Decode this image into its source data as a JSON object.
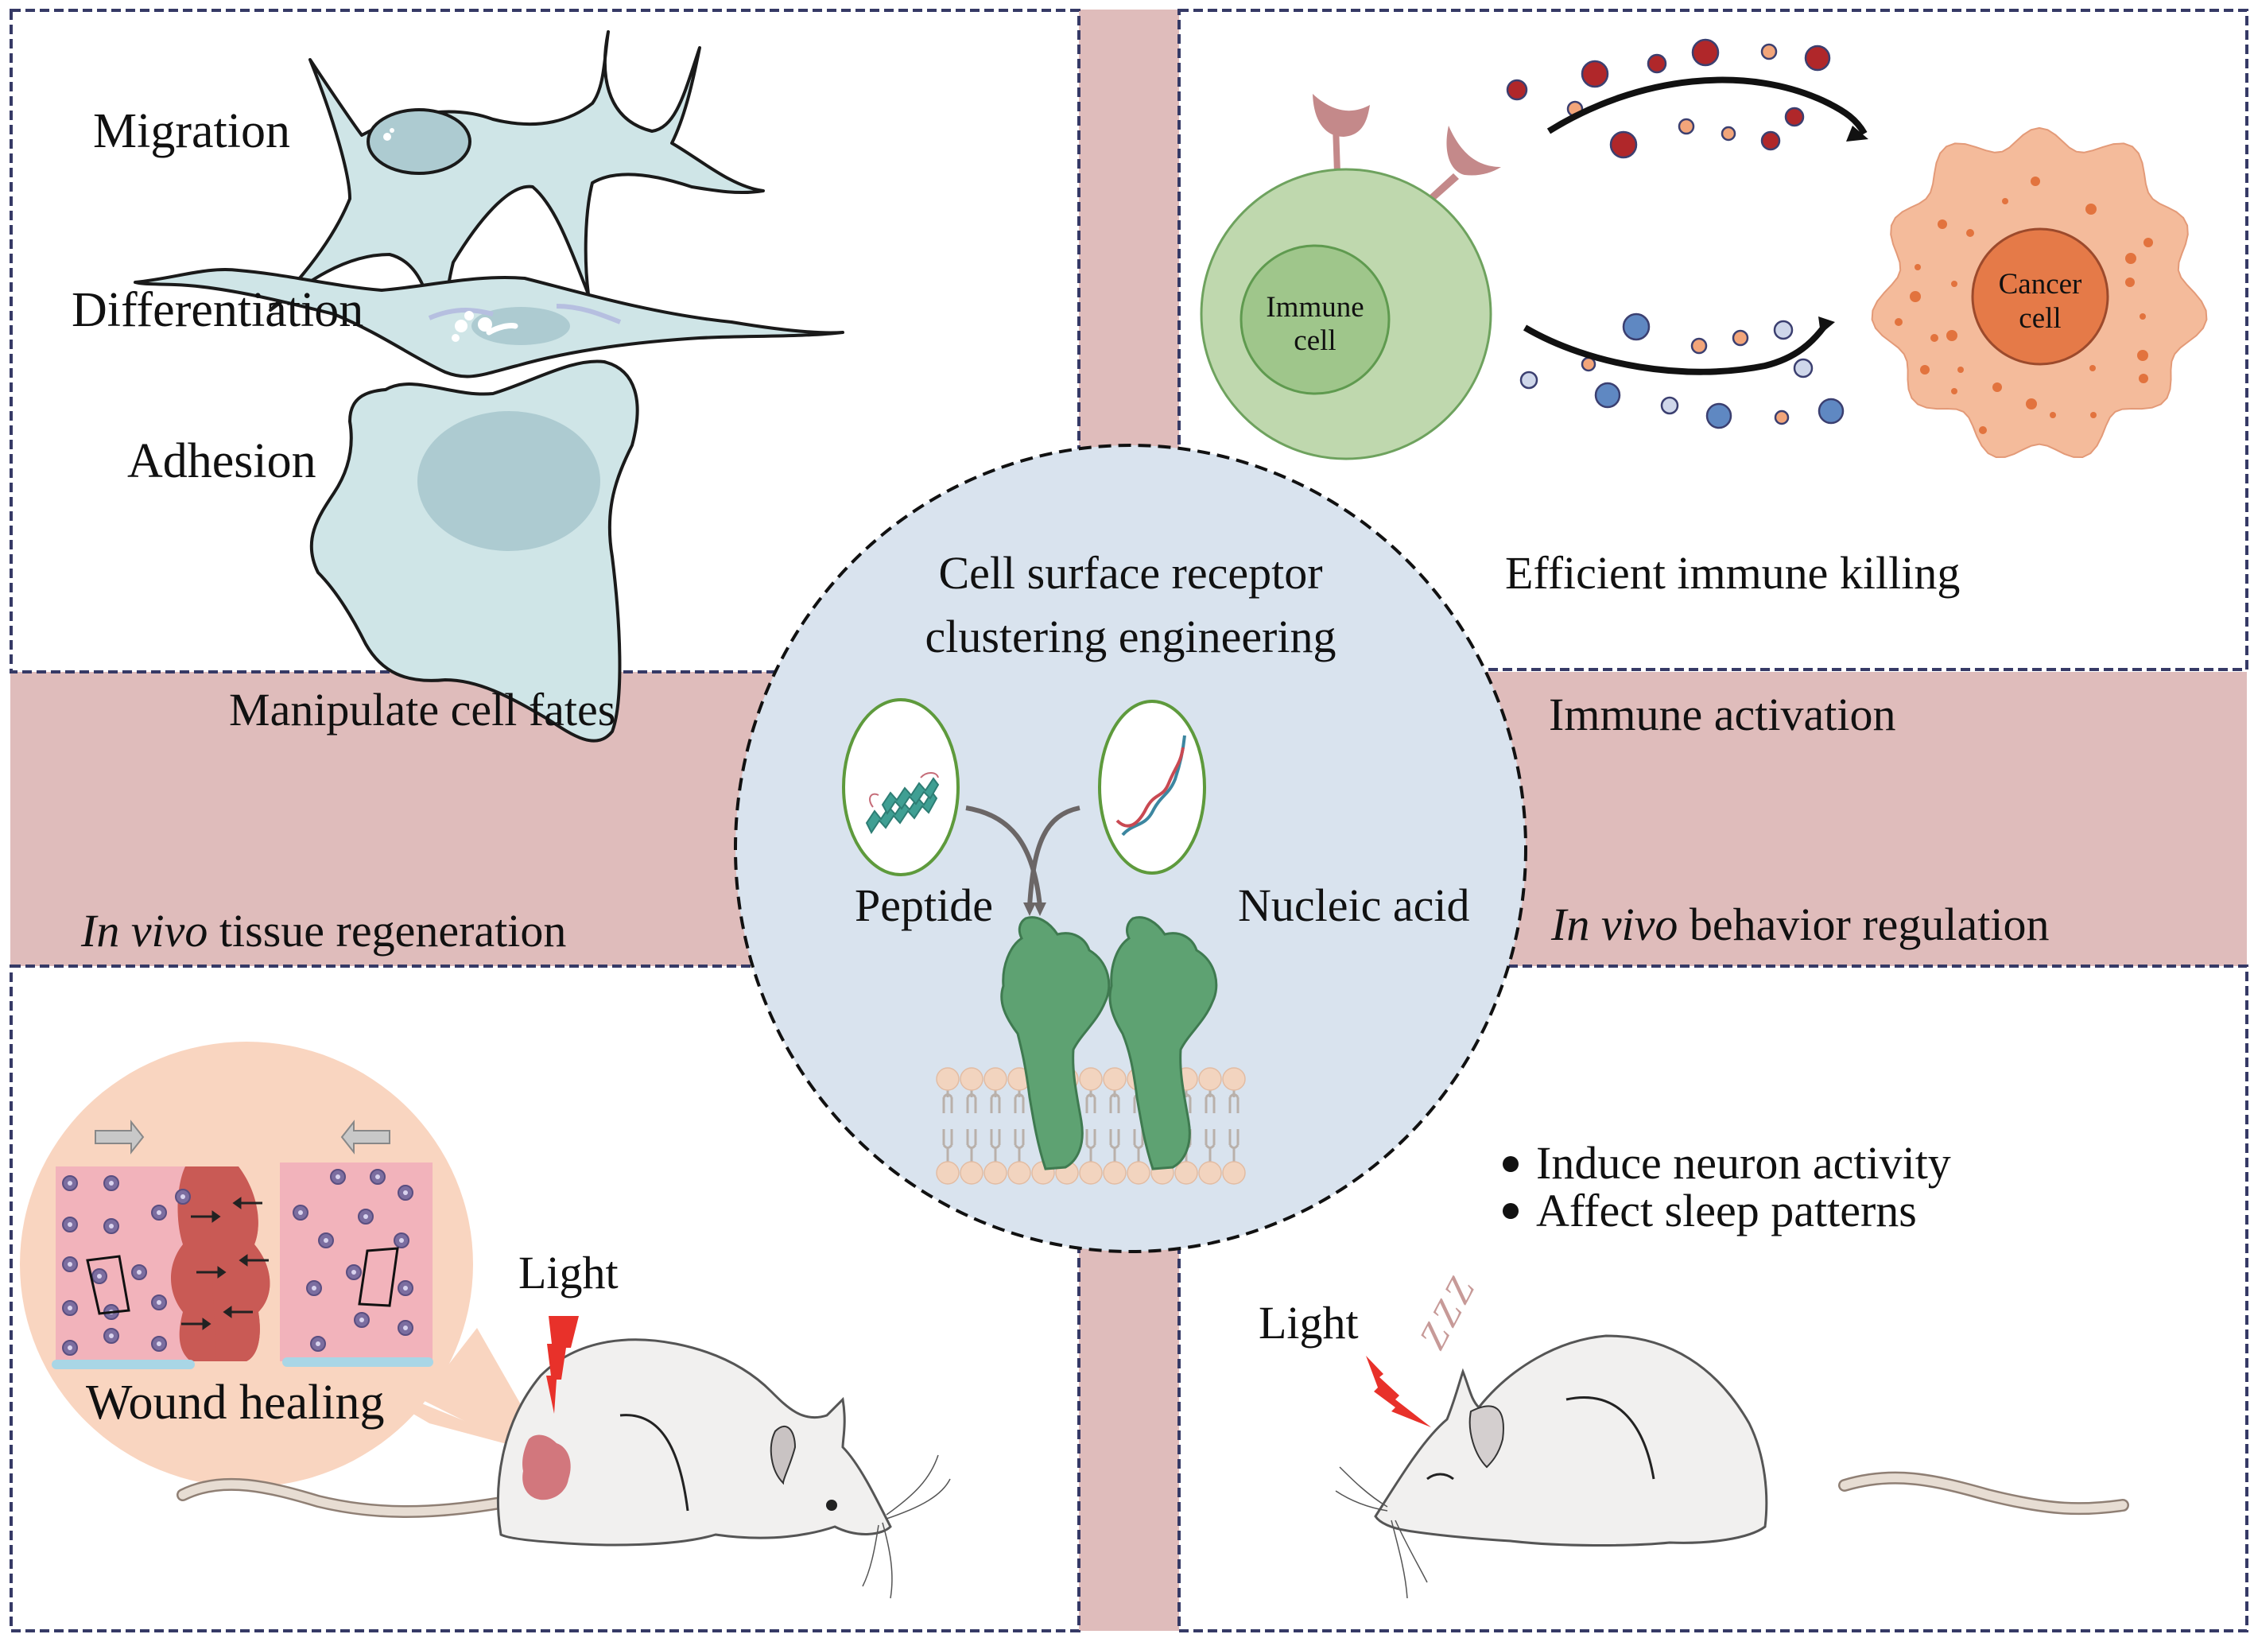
{
  "figure": {
    "center": {
      "title_line1": "Cell surface receptor",
      "title_line2": "clustering engineering",
      "ligands": [
        {
          "label": "Peptide",
          "icon": "peptide-helix-icon"
        },
        {
          "label": "Nucleic acid",
          "icon": "dna-double-helix-icon"
        }
      ],
      "receptor_icon": "clustered-receptor-dimer-icon",
      "membrane_icon": "lipid-bilayer-icon",
      "lipid_count": 13
    },
    "quadrants": {
      "top_left": {
        "cells": [
          {
            "label": "Migration",
            "icon": "migrating-cell-icon"
          },
          {
            "label": "Differentiation",
            "icon": "differentiating-cell-icon"
          },
          {
            "label": "Adhesion",
            "icon": "adherent-cell-icon"
          }
        ]
      },
      "top_right": {
        "immune_cell_label": "Immune cell",
        "immune_cell_line1": "Immune",
        "immune_cell_line2": "cell",
        "cancer_cell_line1": "Cancer",
        "cancer_cell_line2": "cell",
        "caption": "Efficient immune killing"
      },
      "bottom_left": {
        "inset_label": "Wound healing",
        "light_label": "Light",
        "icons": [
          "wound-tissue-inset-icon",
          "mouse-icon",
          "lightning-bolt-icon"
        ]
      },
      "bottom_right": {
        "bullets": [
          "Induce neuron activity",
          "Affect sleep patterns"
        ],
        "light_label": "Light",
        "sleep_label": "ZZZ",
        "icons": [
          "sleeping-mouse-icon",
          "lightning-bolt-icon"
        ]
      }
    },
    "bands": {
      "left_top": "Manipulate cell fates",
      "left_bottom_italic": "In vivo",
      "left_bottom_rest": " tissue regeneration",
      "right_top": "Immune activation",
      "right_bottom_italic": "In vivo",
      "right_bottom_rest": " behavior regulation"
    },
    "colors": {
      "band": "#dfbcbb",
      "frame": "#363a66",
      "center_fill": "#d9e3ee",
      "cell_teal": "#cfe5e7",
      "nucleus_teal": "#adcbd1",
      "immune_outer": "#bfd8ae",
      "immune_inner": "#9fc68b",
      "cancer_outer": "#f4bb9b",
      "cancer_inner": "#e57a48",
      "receptor_green": "#5ea272",
      "lightning_red": "#e8312a"
    }
  }
}
